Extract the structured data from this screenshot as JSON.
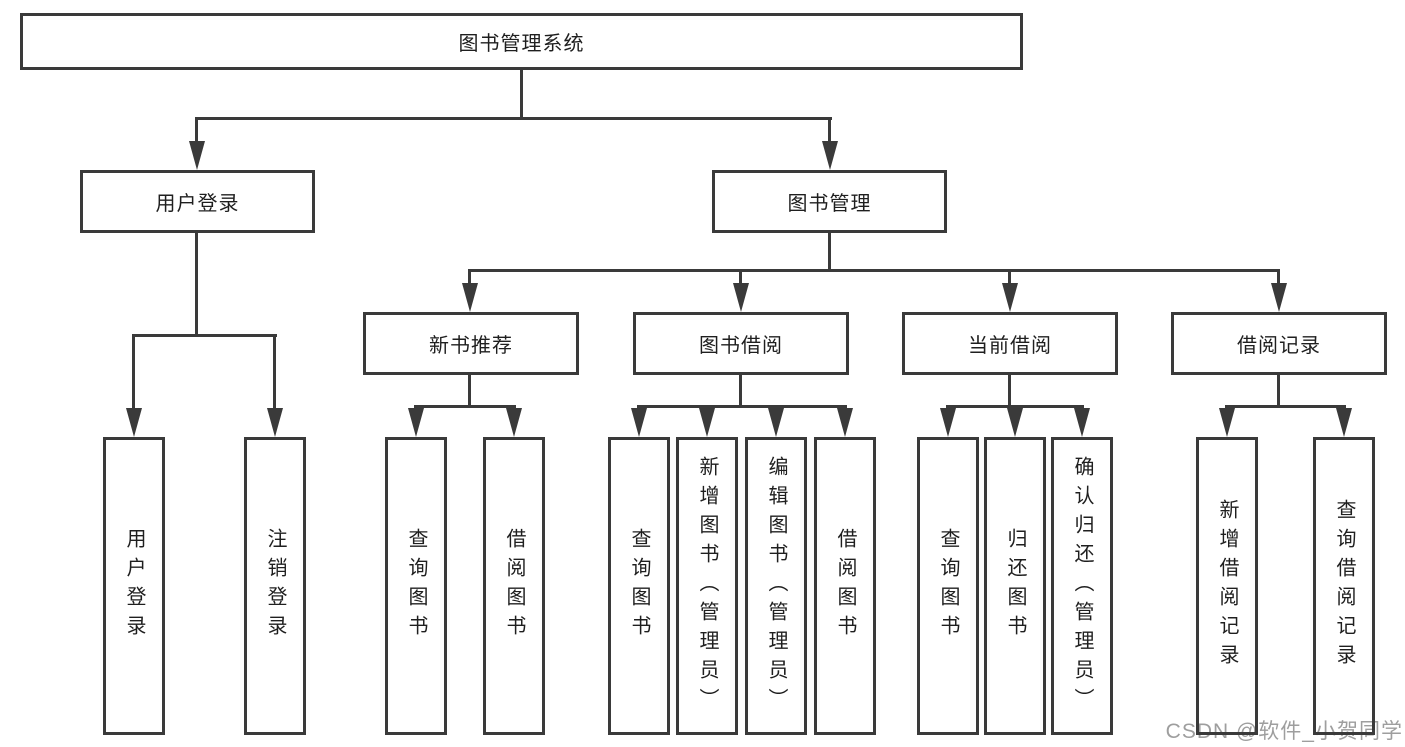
{
  "colors": {
    "line": "#3a3a3a",
    "text": "#1f1f1f",
    "box_background": "#ffffff",
    "watermark": "#9e9e9e",
    "page_background": "#ffffff"
  },
  "watermark": {
    "text": "CSDN @软件_小贺同学"
  },
  "nodes": {
    "root": {
      "label": "图书管理系统"
    },
    "level2": [
      {
        "label": "用户登录"
      },
      {
        "label": "图书管理"
      }
    ],
    "level3": [
      {
        "label": "新书推荐"
      },
      {
        "label": "图书借阅"
      },
      {
        "label": "当前借阅"
      },
      {
        "label": "借阅记录"
      }
    ],
    "leaves": [
      {
        "label": "用户登录"
      },
      {
        "label": "注销登录"
      },
      {
        "label": "查询图书"
      },
      {
        "label": "借阅图书"
      },
      {
        "label": "查询图书"
      },
      {
        "label": "新增图书（管理员）"
      },
      {
        "label": "编辑图书（管理员）"
      },
      {
        "label": "借阅图书"
      },
      {
        "label": "查询图书"
      },
      {
        "label": "归还图书"
      },
      {
        "label": "确认归还（管理员）"
      },
      {
        "label": "新增借阅记录"
      },
      {
        "label": "查询借阅记录"
      }
    ]
  }
}
